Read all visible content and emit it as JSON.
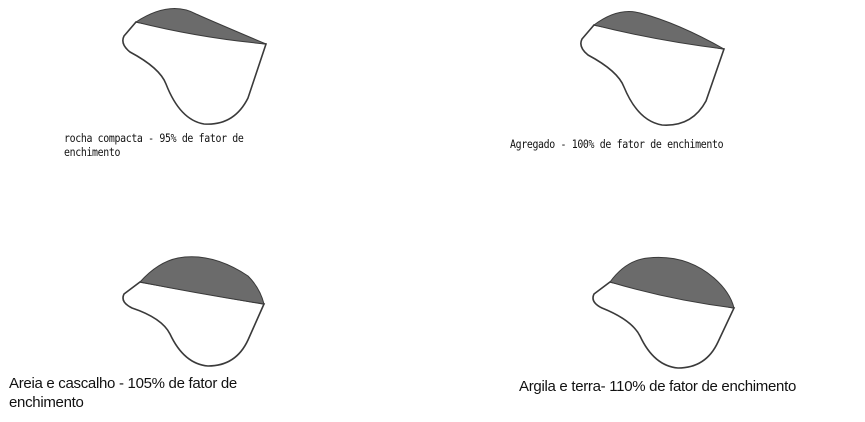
{
  "colors": {
    "fill": "#6b6b6b",
    "outline": "#3a3a3a",
    "background": "#ffffff",
    "text": "#111111"
  },
  "panels": [
    {
      "caption_line1": "rocha compacta - 95% de fator de",
      "caption_line2": "enchimento",
      "fill_factor": 0.95
    },
    {
      "caption_line1": "Agregado - 100% de fator de enchimento",
      "caption_line2": "",
      "fill_factor": 1.0
    },
    {
      "caption_line1": "Areia e cascalho - 105% de fator de",
      "caption_line2": "enchimento",
      "fill_factor": 1.05
    },
    {
      "caption_line1": "Argila e terra- 110% de fator de enchimento",
      "caption_line2": "",
      "fill_factor": 1.1
    }
  ]
}
